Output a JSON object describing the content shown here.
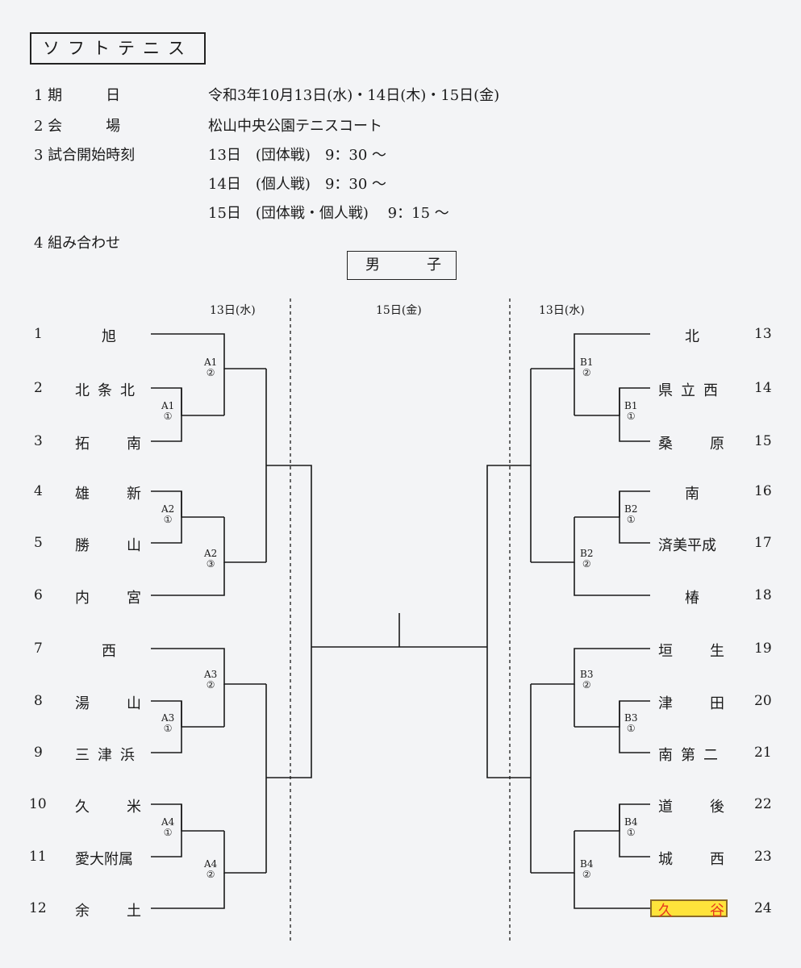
{
  "title": "ソフトテニス",
  "info": [
    {
      "label": "1 期　　　日",
      "value": "令和3年10月13日(水)・14日(木)・15日(金)"
    },
    {
      "label": "2 会　　　場",
      "value": "松山中央公園テニスコート"
    },
    {
      "label": "3 試合開始時刻",
      "value": "13日　(団体戦)　9：30 〜"
    },
    {
      "label": "",
      "value": "14日　(個人戦)　9：30 〜"
    },
    {
      "label": "",
      "value": "15日　(団体戦・個人戦)　 9：15 〜"
    },
    {
      "label": "4 組み合わせ",
      "value": ""
    }
  ],
  "division": {
    "left": "男",
    "right": "子"
  },
  "days": {
    "left": "13日(水)",
    "center": "15日(金)",
    "right": "13日(水)"
  },
  "teams_left": [
    {
      "num": "1",
      "name": "旭"
    },
    {
      "num": "2",
      "name": "北条北"
    },
    {
      "num": "3",
      "name": "拓　南"
    },
    {
      "num": "4",
      "name": "雄　新"
    },
    {
      "num": "5",
      "name": "勝　山"
    },
    {
      "num": "6",
      "name": "内　宮"
    },
    {
      "num": "7",
      "name": "西"
    },
    {
      "num": "8",
      "name": "湯　山"
    },
    {
      "num": "9",
      "name": "三津浜"
    },
    {
      "num": "10",
      "name": "久　米"
    },
    {
      "num": "11",
      "name": "愛大附属"
    },
    {
      "num": "12",
      "name": "余　土"
    }
  ],
  "teams_right": [
    {
      "num": "13",
      "name": "北"
    },
    {
      "num": "14",
      "name": "県立西"
    },
    {
      "num": "15",
      "name": "桑　原"
    },
    {
      "num": "16",
      "name": "南"
    },
    {
      "num": "17",
      "name": "済美平成"
    },
    {
      "num": "18",
      "name": "椿"
    },
    {
      "num": "19",
      "name": "垣　生"
    },
    {
      "num": "20",
      "name": "津　田"
    },
    {
      "num": "21",
      "name": "南第二"
    },
    {
      "num": "22",
      "name": "道　後"
    },
    {
      "num": "23",
      "name": "城　西"
    },
    {
      "num": "24",
      "name": "久　谷"
    }
  ],
  "matches": {
    "a1_1": "A1\n①",
    "a1_2": "A1\n②",
    "a2_1": "A2\n①",
    "a2_2": "A2\n③",
    "a3_1": "A3\n①",
    "a3_2": "A3\n②",
    "a4_1": "A4\n①",
    "a4_2": "A4\n②",
    "b1_1": "B1\n①",
    "b1_2": "B1\n②",
    "b2_1": "B2\n①",
    "b2_2": "B2\n②",
    "b3_1": "B3\n①",
    "b3_2": "B3\n②",
    "b4_1": "B4\n①",
    "b4_2": "B4\n②"
  },
  "highlight_color": "#ffe33b",
  "highlight_text_color": "#e53a1f"
}
